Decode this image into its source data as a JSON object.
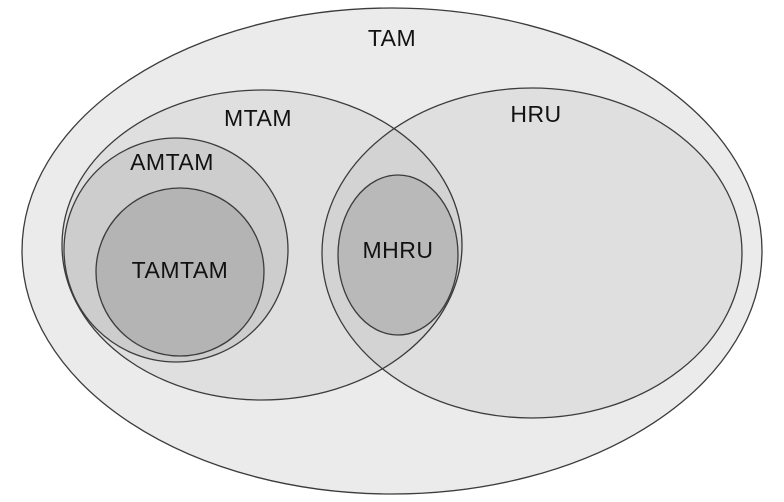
{
  "diagram": {
    "type": "euler-venn",
    "description_of_structure": "TAM contains MTAM and HRU; MTAM and HRU overlap; MTAM contains AMTAM; AMTAM contains TAMTAM; MHRU lies in the intersection of MTAM and HRU"
  },
  "sets": {
    "tam": {
      "label": "TAM",
      "fill": "#ebebeb"
    },
    "mtam": {
      "label": "MTAM",
      "fill": "rgba(0,0,0,0.05)"
    },
    "hru": {
      "label": "HRU",
      "fill": "rgba(0,0,0,0.05)"
    },
    "amtam": {
      "label": "AMTAM",
      "fill": "rgba(0,0,0,0.08)"
    },
    "tamtam": {
      "label": "TAMTAM",
      "fill": "rgba(0,0,0,0.12)"
    },
    "mhru": {
      "label": "MHRU",
      "fill": "rgba(0,0,0,0.12)"
    }
  },
  "colors": {
    "stroke": "#3c3c3c",
    "label_text": "#121212",
    "background": "#ffffff"
  }
}
